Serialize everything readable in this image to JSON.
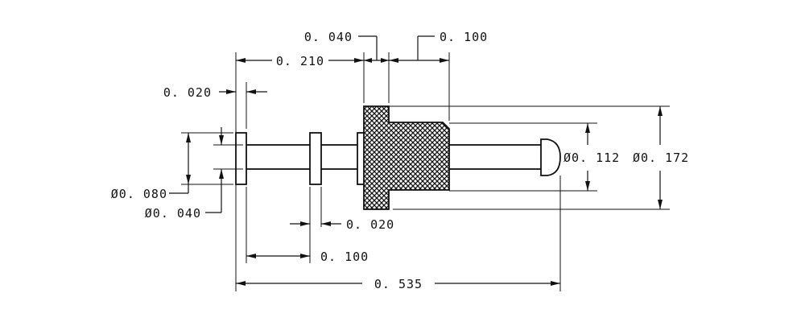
{
  "drawing": {
    "labels": {
      "d_0040_top": "0. 040",
      "d_0100_top": "0. 100",
      "d_0210": "0. 210",
      "d_0020_left": "0. 020",
      "d_dia_0080": "Ø0. 080",
      "d_dia_0040": "Ø0. 040",
      "d_0020_bottom": "0. 020",
      "d_0100_bottom": "0. 100",
      "d_0535": "0. 535",
      "d_dia_0112": "Ø0. 112",
      "d_dia_0172": "Ø0. 172"
    }
  }
}
